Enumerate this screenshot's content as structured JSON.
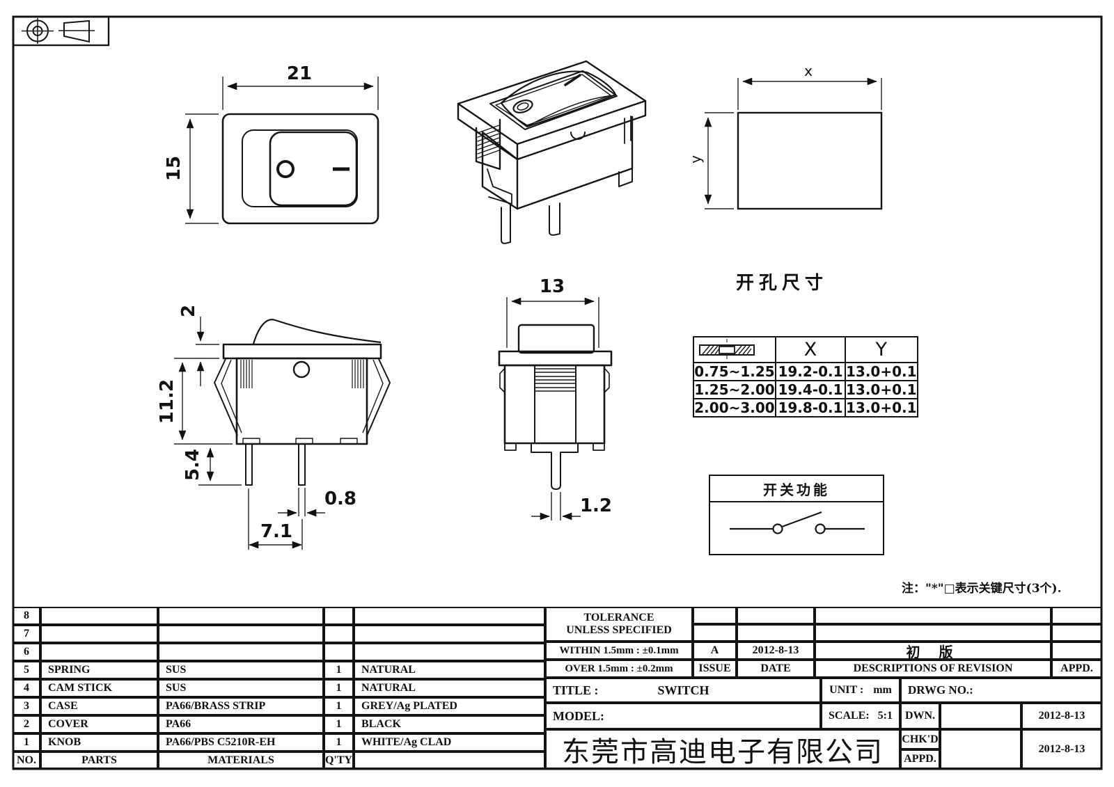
{
  "note": "注：\"*\"□表示关键尺寸(3个).",
  "dims": {
    "front_width": "21",
    "front_height": "15",
    "flange_thickness": "2",
    "body_height": "11.2",
    "terminal_length": "5.4",
    "terminal_width": "0.8",
    "terminal_pitch": "7.1",
    "end_width": "13",
    "terminal_thickness": "1.2",
    "cutout_x": "x",
    "cutout_y": "y"
  },
  "cutout_table": {
    "title": "开孔尺寸",
    "col_x": "X",
    "col_y": "Y",
    "rows": [
      {
        "t": "0.75~1.25",
        "x": "19.2-0.1",
        "y": "13.0+0.1"
      },
      {
        "t": "1.25~2.00",
        "x": "19.4-0.1",
        "y": "13.0+0.1"
      },
      {
        "t": "2.00~3.00",
        "x": "19.8-0.1",
        "y": "13.0+0.1"
      }
    ]
  },
  "function_box": {
    "title": "开关功能"
  },
  "parts_table": {
    "headers": {
      "no": "NO.",
      "parts": "PARTS",
      "materials": "MATERIALS",
      "qty": "Q'TY",
      "color": ""
    },
    "rows": [
      {
        "no": "8",
        "part": "",
        "material": "",
        "qty": "",
        "color": ""
      },
      {
        "no": "7",
        "part": "",
        "material": "",
        "qty": "",
        "color": ""
      },
      {
        "no": "6",
        "part": "",
        "material": "",
        "qty": "",
        "color": ""
      },
      {
        "no": "5",
        "part": "SPRING",
        "material": "SUS",
        "qty": "1",
        "color": "NATURAL"
      },
      {
        "no": "4",
        "part": "CAM STICK",
        "material": "SUS",
        "qty": "1",
        "color": "NATURAL"
      },
      {
        "no": "3",
        "part": "CASE",
        "material": "PA66/BRASS STRIP",
        "qty": "1",
        "color": "GREY/Ag PLATED"
      },
      {
        "no": "2",
        "part": "COVER",
        "material": "PA66",
        "qty": "1",
        "color": "BLACK"
      },
      {
        "no": "1",
        "part": "KNOB",
        "material": "PA66/PBS C5210R-EH",
        "qty": "1",
        "color": "WHITE/Ag CLAD"
      }
    ]
  },
  "title_block": {
    "tolerance1": "TOLERANCE",
    "tolerance2": "UNLESS  SPECIFIED",
    "within": "WITHIN 1.5mm : ±0.1mm",
    "over": "OVER 1.5mm : ±0.2mm",
    "issue_value": "A",
    "issue_label": "ISSUE",
    "date_value": "2012-8-13",
    "date_label": "DATE",
    "revision_value": "初 版",
    "revision_label": "DESCRIPTIONS OF REVISION",
    "appd_label": "APPD.",
    "title_label": "TITLE :",
    "title_value": "SWITCH",
    "unit_label": "UNIT :",
    "unit_value": "mm",
    "drwg_label": "DRWG NO.:",
    "model_label": "MODEL:",
    "scale_label": "SCALE:",
    "scale_value": "5:1",
    "company": "东莞市高迪电子有限公司",
    "dwn_label": "DWN.",
    "dwn_date": "2012-8-13",
    "chkd_label": "CHK'D",
    "chkd_date": "2012-8-13",
    "appd2_label": "APPD."
  }
}
